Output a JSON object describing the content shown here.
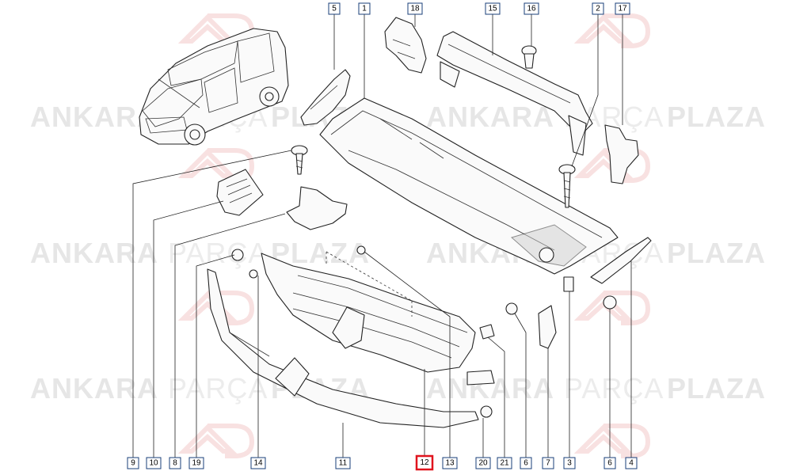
{
  "watermark": {
    "brand_a": "ANKARA",
    "brand_b": "PARÇA",
    "brand_c": "PLAZA",
    "logo_text": "AP"
  },
  "callouts": [
    {
      "id": "c5",
      "label": "5",
      "selected": false
    },
    {
      "id": "c1",
      "label": "1",
      "selected": false
    },
    {
      "id": "c18",
      "label": "18",
      "selected": false
    },
    {
      "id": "c15",
      "label": "15",
      "selected": false
    },
    {
      "id": "c16",
      "label": "16",
      "selected": false
    },
    {
      "id": "c2",
      "label": "2",
      "selected": false
    },
    {
      "id": "c17",
      "label": "17",
      "selected": false
    },
    {
      "id": "c9",
      "label": "9",
      "selected": false
    },
    {
      "id": "c10",
      "label": "10",
      "selected": false
    },
    {
      "id": "c8",
      "label": "8",
      "selected": false
    },
    {
      "id": "c19",
      "label": "19",
      "selected": false
    },
    {
      "id": "c14",
      "label": "14",
      "selected": false
    },
    {
      "id": "c11",
      "label": "11",
      "selected": false
    },
    {
      "id": "c12",
      "label": "12",
      "selected": true
    },
    {
      "id": "c13",
      "label": "13",
      "selected": false
    },
    {
      "id": "c20",
      "label": "20",
      "selected": false
    },
    {
      "id": "c21",
      "label": "21",
      "selected": false
    },
    {
      "id": "c6a",
      "label": "6",
      "selected": false
    },
    {
      "id": "c7",
      "label": "7",
      "selected": false
    },
    {
      "id": "c3",
      "label": "3",
      "selected": false
    },
    {
      "id": "c6b",
      "label": "6",
      "selected": false
    },
    {
      "id": "c4",
      "label": "4",
      "selected": false
    }
  ],
  "colors": {
    "callout_border": "#1a3f7a",
    "selected_border": "#e0141e",
    "watermark": "#e6e6e6"
  }
}
